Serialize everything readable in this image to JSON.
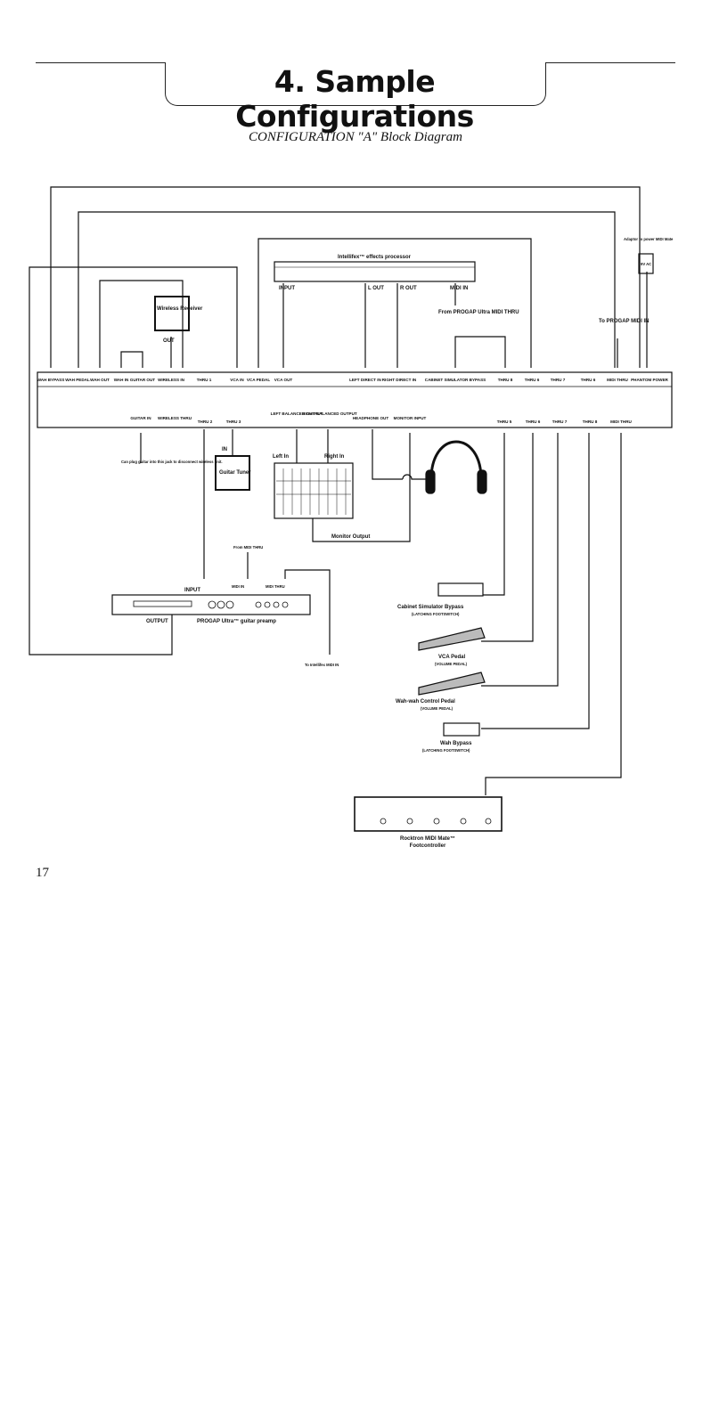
{
  "header": {
    "title": "4. Sample Configurations",
    "subtitle": "CONFIGURATION \"A\" Block Diagram"
  },
  "page_number": "17",
  "main_unit": {
    "top_jacks": [
      "WAH BYPASS",
      "WAH PEDAL",
      "WAH OUT",
      "WAH IN",
      "GUITAR OUT",
      "WIRELESS IN",
      "THRU 1",
      "VCA IN",
      "VCA PEDAL",
      "VCA OUT",
      "LEFT DIRECT IN",
      "RIGHT DIRECT IN",
      "CABINET SIMULATOR BYPASS",
      "THRU 8",
      "THRU 6",
      "THRU 7",
      "THRU 6",
      "MIDI THRU",
      "PHANTOM POWER"
    ],
    "bottom_jacks": [
      "GUITAR IN",
      "WIRELESS THRU",
      "THRU 2",
      "THRU 3",
      "LEFT BALANCED OUTPUT",
      "RIGHT BALANCED OUTPUT",
      "HEADPHONE OUT",
      "MONITOR INPUT",
      "THRU 5",
      "THRU 6",
      "THRU 7",
      "THRU 8",
      "MIDI THRU"
    ]
  },
  "devices": {
    "intellifex": {
      "title": "Intellifex™ effects processor",
      "input": "INPUT",
      "l_out": "L OUT",
      "r_out": "R OUT",
      "midi_in": "MIDI IN",
      "from_progap": "From PROGAP Ultra MIDI THRU"
    },
    "wireless": {
      "name": "Wireless Receiver",
      "out": "OUT"
    },
    "adaptor": {
      "note": "Adaptor to power MIDI Mate",
      "label": "9V AC"
    },
    "to_progap": "To PROGAP MIDI IN",
    "guitar_note": "Can plug guitar into this jack to disconnect wireless unit.",
    "tuner": {
      "in": "IN",
      "name": "Guitar Tuner"
    },
    "mixer": {
      "left_in": "Left In",
      "right_in": "Right In",
      "monitor_output": "Monitor Output"
    },
    "progap": {
      "from_midi_thru": "From MIDI THRU",
      "input": "INPUT",
      "midi_in": "MIDI IN",
      "midi_thru": "MIDI THRU",
      "output": "OUTPUT",
      "name": "PROGAP Ultra™ guitar preamp",
      "to_intellifex": "To Intellifex MIDI IN"
    },
    "cab_bypass": {
      "name": "Cabinet Simulator Bypass",
      "sub": "(LATCHING FOOTSWITCH)"
    },
    "vca_pedal": {
      "name": "VCA Pedal",
      "sub": "(VOLUME PEDAL)"
    },
    "wah_pedal": {
      "name": "Wah-wah Control Pedal",
      "sub": "(VOLUME PEDAL)"
    },
    "wah_bypass": {
      "name": "Wah Bypass",
      "sub": "(LATCHING FOOTSWITCH)"
    },
    "midi_mate": {
      "name": "Rocktron MIDI Mate™",
      "sub": "Footcontroller"
    }
  }
}
